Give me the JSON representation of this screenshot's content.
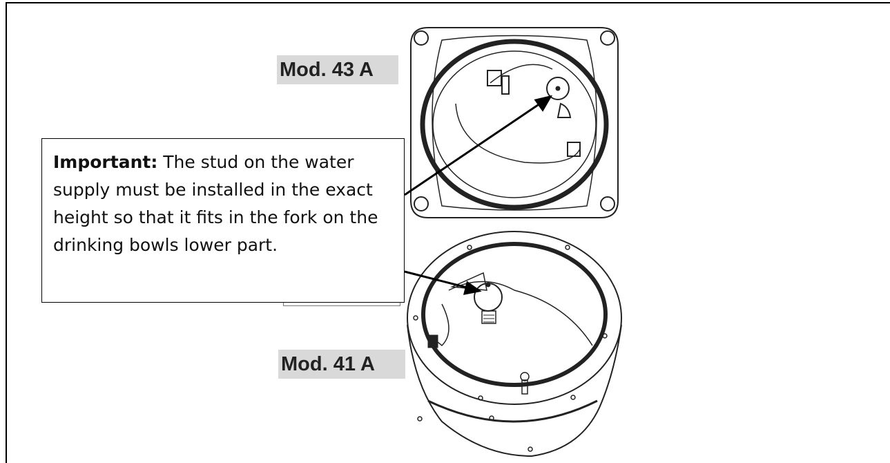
{
  "labels": {
    "top_model": "Mod. 43 A",
    "bottom_model": "Mod. 41 A"
  },
  "callout": {
    "heading": "Important:",
    "body": " The stud on the water supply must be installed in the exact height so that it fits in the fork on the drinking bowls lower part."
  }
}
